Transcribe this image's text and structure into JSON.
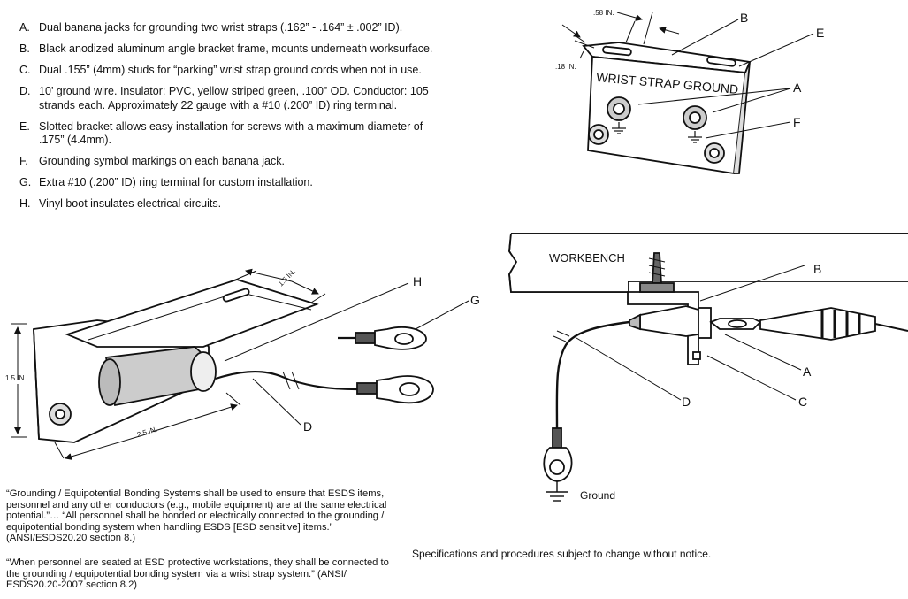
{
  "specs": [
    {
      "letter": "A.",
      "text": "Dual banana jacks for grounding two wrist straps (.162” - .164” ± .002” ID)."
    },
    {
      "letter": "B.",
      "text": "Black anodized aluminum angle bracket frame, mounts underneath worksurface."
    },
    {
      "letter": "C.",
      "text": "Dual .155” (4mm) studs for “parking” wrist strap ground cords when not in use."
    },
    {
      "letter": "D.",
      "text": "10’ ground wire. Insulator: PVC, yellow striped green, .100” OD. Conductor: 105 strands each. Approximately 22 gauge with a #10 (.200” ID) ring terminal."
    },
    {
      "letter": "E.",
      "text": "Slotted bracket allows easy installation for screws with a maximum diameter of .175” (4.4mm)."
    },
    {
      "letter": "F.",
      "text": "Grounding symbol markings on each banana jack."
    },
    {
      "letter": "G.",
      "text": "Extra #10 (.200” ID) ring terminal for custom installation."
    },
    {
      "letter": "H.",
      "text": "Vinyl boot insulates electrical circuits."
    }
  ],
  "quote1": "“Grounding / Equipotential Bonding Systems shall be used to ensure that ESDS items, personnel and any other conductors (e.g., mobile equipment) are at the same electrical potential.”… “All personnel shall be bonded or electrically connected to the grounding / equipotential bonding system when handling ESDS [ESD sensitive] items.” (ANSI/ESDS20.20 section 8.)",
  "quote2": "“When personnel are seated at ESD protective workstations, they shall be connected to the grounding / equipotential bonding system via a wrist strap system.” (ANSI/ ESDS20.20-2007 section 8.2)",
  "disclaimer": "Specifications and procedures subject to change without notice.",
  "top_diagram": {
    "plate_text": "WRIST STRAP GROUND",
    "dim_slot": ".58 IN.",
    "dim_thickness": ".18 IN.",
    "labels": {
      "b": "B",
      "e": "E",
      "a": "A",
      "f": "F"
    }
  },
  "left_diagram": {
    "dim_depth": "1.5 IN.",
    "dim_height": "1.5 IN.",
    "dim_length": "2.5 IN.",
    "labels": {
      "h": "H",
      "g": "G",
      "d": "D"
    }
  },
  "right_diagram": {
    "workbench": "WORKBENCH",
    "ground": "Ground",
    "labels": {
      "b": "B",
      "a": "A",
      "c": "C",
      "d": "D"
    }
  }
}
